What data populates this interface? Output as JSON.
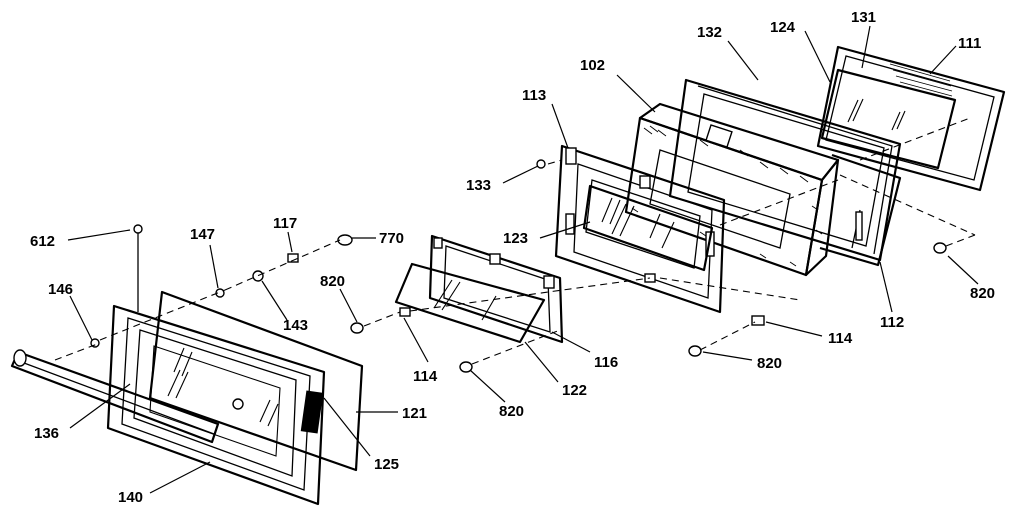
{
  "callouts": {
    "c612": "612",
    "c147": "147",
    "c117": "117",
    "c770": "770",
    "c146": "146",
    "c143": "143",
    "c820a": "820",
    "c136": "136",
    "c140": "140",
    "c125": "125",
    "c121": "121",
    "c114a": "114",
    "c122": "122",
    "c116": "116",
    "c820b": "820",
    "c123": "123",
    "c133": "133",
    "c113": "113",
    "c102": "102",
    "c132": "132",
    "c124": "124",
    "c131": "131",
    "c111": "111",
    "c820c": "820",
    "c112": "112",
    "c114b": "114",
    "c820d": "820"
  }
}
